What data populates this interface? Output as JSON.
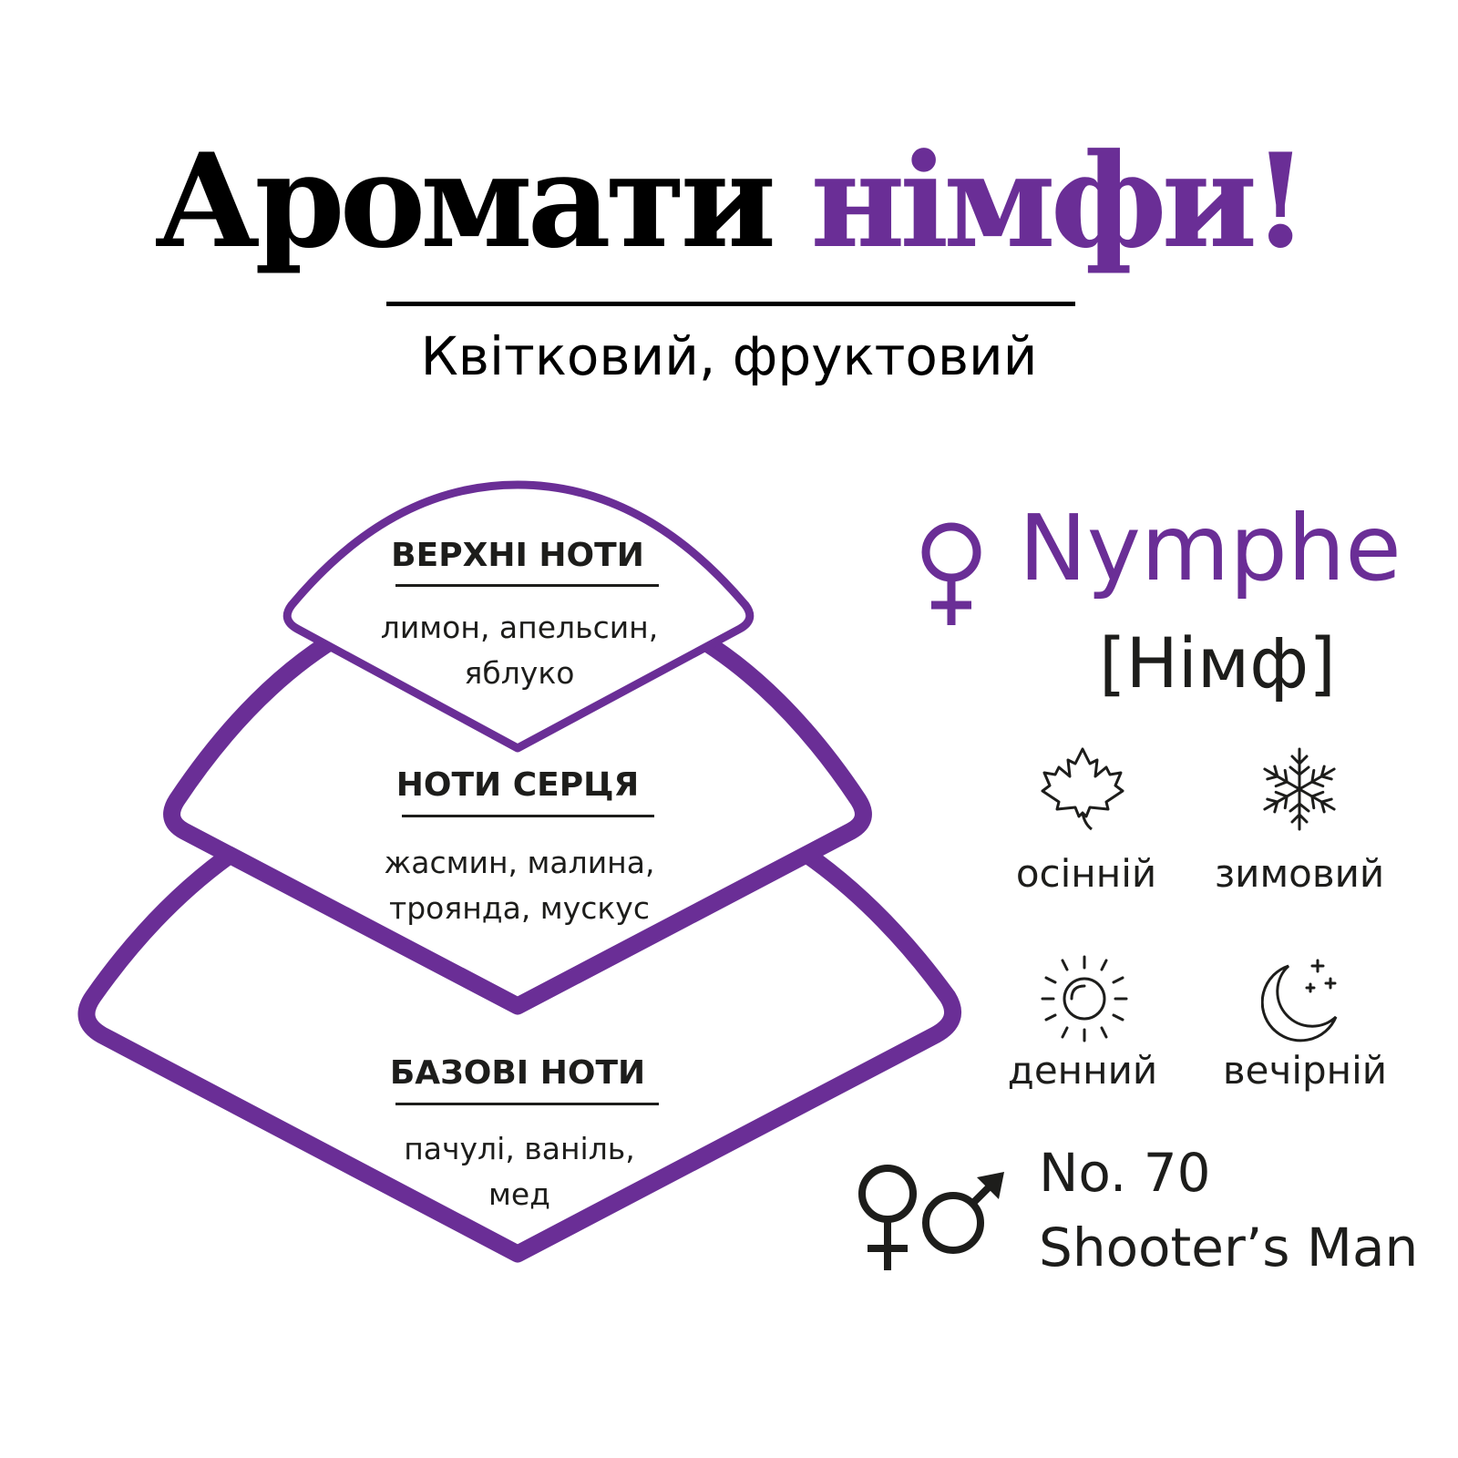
{
  "header": {
    "title_part1": "Аромати",
    "title_part2": "німфи!",
    "subtitle": "Квітковий, фруктовий"
  },
  "pyramid": {
    "top": {
      "heading": "ВЕРХНІ НОТИ",
      "line1": "лимон, апельсин,",
      "line2": "яблуко"
    },
    "heart": {
      "heading": "НОТИ СЕРЦЯ",
      "line1": "жасмин, малина,",
      "line2": "троянда, мускус"
    },
    "base": {
      "heading": "БАЗОВІ НОТИ",
      "line1": "пачулі, ваніль,",
      "line2": "мед"
    }
  },
  "product": {
    "name": "Nymphe",
    "pronunciation": "[Німф]",
    "gender_icon": "venus-icon"
  },
  "attributes": [
    {
      "icon": "maple-leaf-icon",
      "label": "осінній"
    },
    {
      "icon": "snowflake-icon",
      "label": "зимовий"
    },
    {
      "icon": "sun-icon",
      "label": "денний"
    },
    {
      "icon": "moon-stars-icon",
      "label": "вечірній"
    }
  ],
  "analog": {
    "gender_icons": "venus-mars-icon",
    "number": "No. 70",
    "name": "Shooter’s Man"
  },
  "colors": {
    "accent": "#6a2e96",
    "text": "#1d1d1b"
  }
}
